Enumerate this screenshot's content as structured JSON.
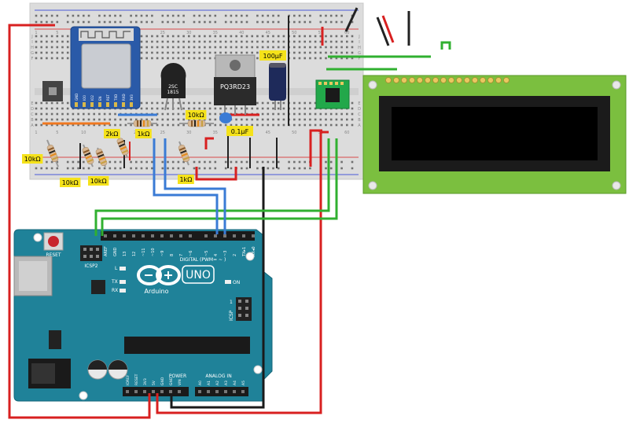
{
  "breadboard": {
    "col_numbers": [
      "1",
      "5",
      "10",
      "15",
      "20",
      "25",
      "30",
      "35",
      "40",
      "45",
      "50",
      "55",
      "60"
    ],
    "row_letters": [
      "A",
      "B",
      "C",
      "D",
      "E",
      "F",
      "G",
      "H",
      "I",
      "J"
    ]
  },
  "components": {
    "transistor": {
      "line1": "2SC",
      "line2": "1815"
    },
    "regulator": {
      "label": "PQ3RD23"
    },
    "electrolytic": {
      "label": "100µF"
    },
    "ceramic": {
      "label": "0.1µF"
    },
    "resistor_labels": {
      "r_top_10k": "10kΩ",
      "r_2k": "2kΩ",
      "r_1k_a": "1kΩ",
      "r_1k_b": "1kΩ",
      "r_left_10k": "10kΩ",
      "r_bottom_10k_a": "10kΩ",
      "r_bottom_10k_b": "10kΩ"
    },
    "esp_pins": [
      "GND",
      "IO0",
      "IO2",
      "EN",
      "RST",
      "TXD",
      "RXD",
      "3V3"
    ]
  },
  "lcd": {
    "pin_count": 16
  },
  "arduino": {
    "reset_label": "RESET",
    "icsp2_label": "ICSP2",
    "icsp_label": "ICSP",
    "brand": "Arduino",
    "model": "UNO",
    "l_label": "L",
    "tx_label": "TX",
    "rx_label": "RX",
    "on_label": "ON",
    "digital_label": "DIGITAL (PWM= ~ )",
    "power_label": "POWER",
    "analog_label": "ANALOG IN",
    "digital_pins": [
      "AREF",
      "GND",
      "13",
      "12",
      "~11",
      "~10",
      "~9",
      "8",
      "7",
      "~6",
      "~5",
      "4",
      "~3",
      "2",
      "TX▸1",
      "RX◂0"
    ],
    "power_pins": [
      "IOREF",
      "RESET",
      "3V3",
      "5V",
      "GND",
      "GND",
      "VIN"
    ],
    "analog_pins": [
      "A0",
      "A1",
      "A2",
      "A3",
      "A4",
      "A5"
    ],
    "icsp_number": "1"
  }
}
